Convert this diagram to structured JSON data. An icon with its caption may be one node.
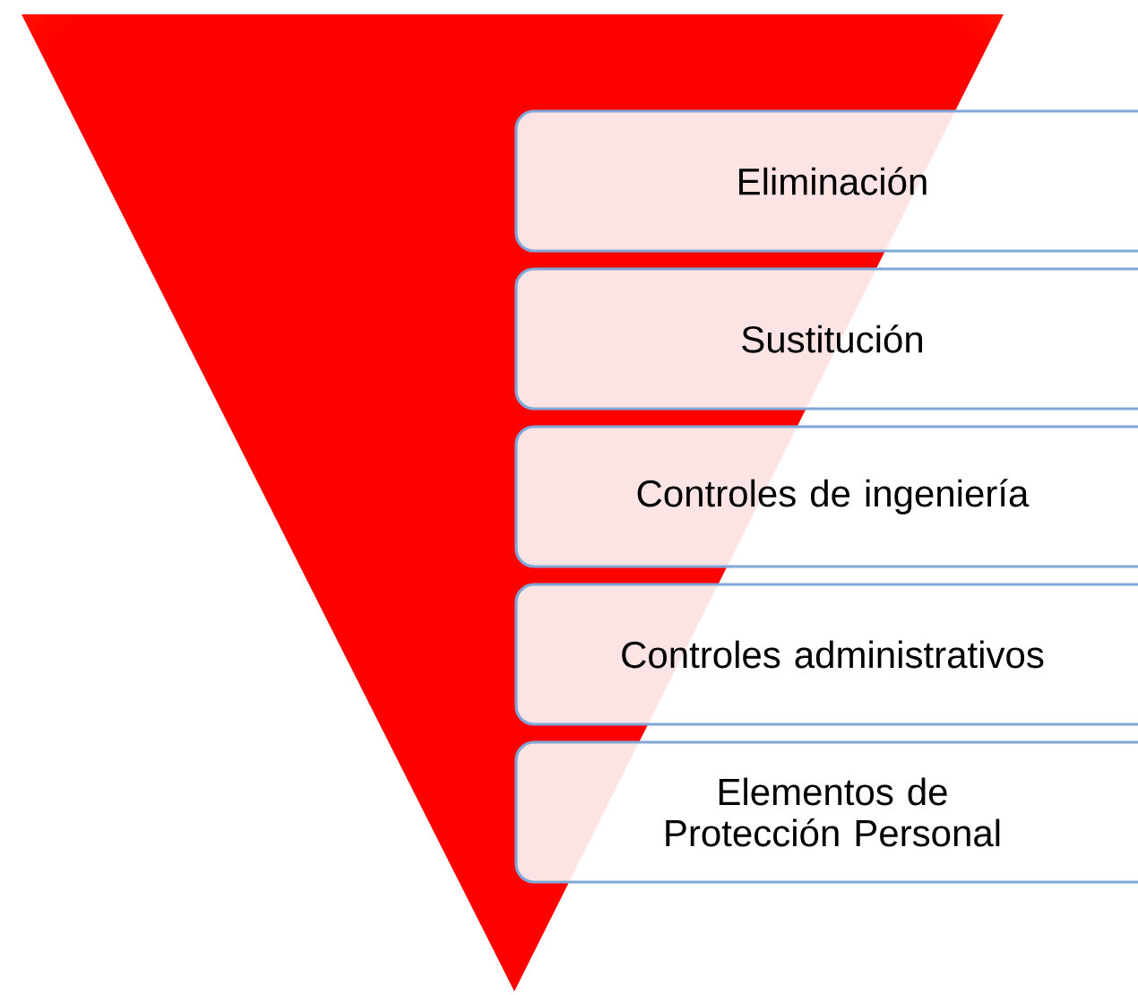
{
  "diagram": {
    "nodes": [
      {
        "text": [
          "Eliminación"
        ]
      },
      {
        "text": [
          "Sustitución"
        ]
      },
      {
        "text": [
          "Controles de ingeniería"
        ]
      },
      {
        "text": [
          "Controles administrativos"
        ]
      },
      {
        "text": [
          "Elementos de Protección Personal"
        ]
      }
    ]
  }
}
